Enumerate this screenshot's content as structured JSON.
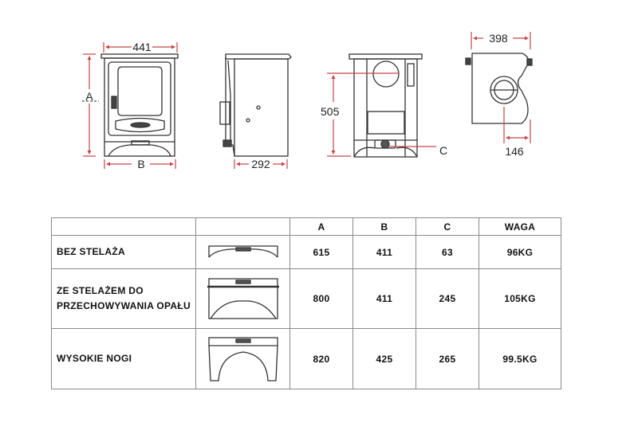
{
  "dimensions": {
    "front_width": "441",
    "front_height_label": "A",
    "front_width_bottom_label": "B",
    "side_depth": "292",
    "rear_height": "505",
    "rear_flue_label": "C",
    "top_width": "398",
    "top_flue_offset": "146"
  },
  "table": {
    "headers": [
      "",
      "",
      "A",
      "B",
      "C",
      "WAGA"
    ],
    "rows": [
      {
        "label": "BEZ STELAŻA",
        "a": "615",
        "b": "411",
        "c": "63",
        "waga": "96KG"
      },
      {
        "label": "ZE STELAŻEM DO PRZECHOWYWANIA OPAŁU",
        "a": "800",
        "b": "411",
        "c": "245",
        "waga": "105KG"
      },
      {
        "label": "WYSOKIE NOGI",
        "a": "820",
        "b": "425",
        "c": "265",
        "waga": "99.5KG"
      }
    ]
  },
  "colors": {
    "dimension_line": "#c4464a",
    "outline": "#333333"
  }
}
